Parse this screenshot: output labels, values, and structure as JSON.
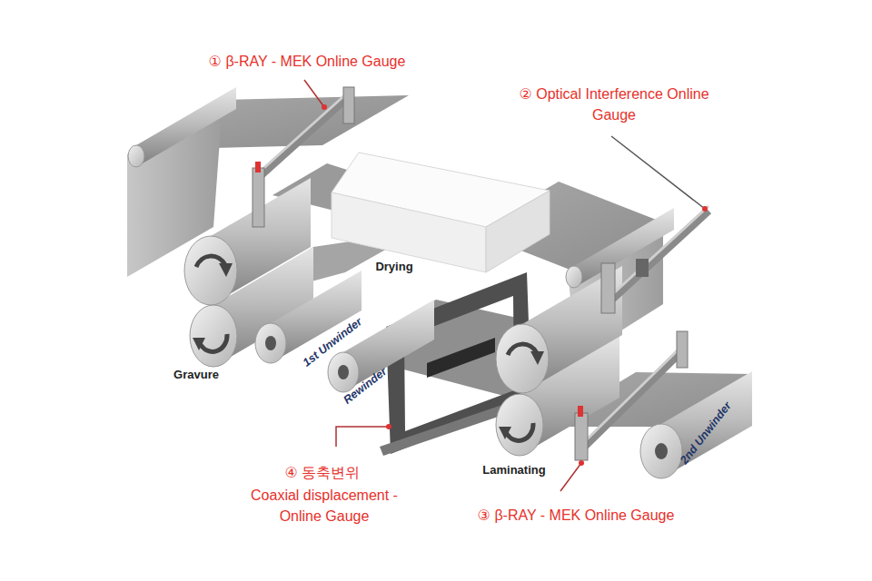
{
  "diagram": {
    "labels": [
      "① β-RAY - MEK Online Gauge",
      "② Optical Interference Online Gauge",
      "Drying",
      "1st Unwinder",
      "Gravure",
      "Rewinder",
      "Laminating",
      "2nd Unwinder",
      "④ 동축변위",
      "Coaxial displacement - Online Gauge",
      "③ β-RAY - MEK Online Gauge"
    ]
  }
}
